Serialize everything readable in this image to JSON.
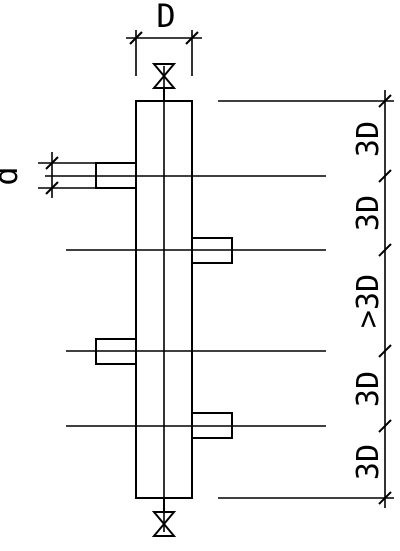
{
  "diagram": {
    "top_dimension_label": "D",
    "side_dimension_label": "d",
    "spacing_labels": [
      "3D",
      "3D",
      ">3D",
      "3D",
      "3D"
    ]
  }
}
